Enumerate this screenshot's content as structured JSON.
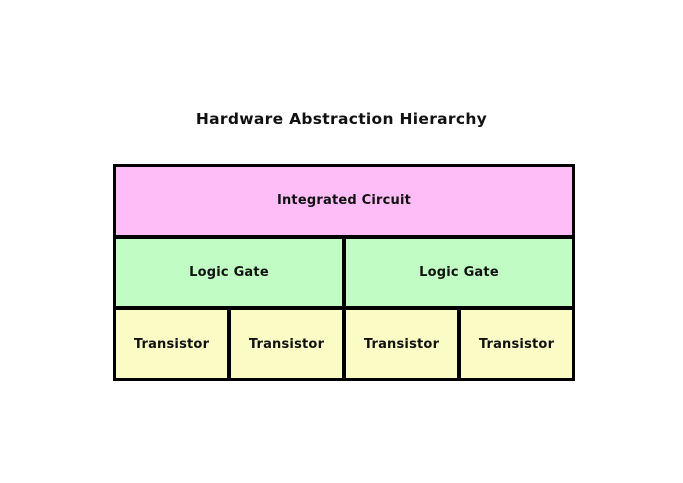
{
  "title": "Hardware Abstraction Hierarchy",
  "colors": {
    "integrated_circuit_fill": "#ffbdf7",
    "logic_gate_fill": "#c0fcc3",
    "transistor_fill": "#fbfcc5",
    "border": "#000000",
    "background": "#ffffff",
    "text": "#111111"
  },
  "hierarchy": {
    "levels": [
      {
        "level": "integrated-circuit",
        "nodes": [
          "Integrated Circuit"
        ]
      },
      {
        "level": "logic-gate",
        "nodes": [
          "Logic Gate",
          "Logic Gate"
        ]
      },
      {
        "level": "transistor",
        "nodes": [
          "Transistor",
          "Transistor",
          "Transistor",
          "Transistor"
        ]
      }
    ]
  }
}
